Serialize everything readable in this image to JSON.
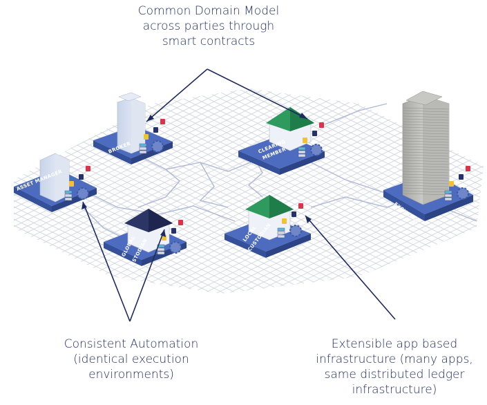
{
  "captions": {
    "top": "Common Domain Model\nacross parties through\nsmart contracts",
    "bottom_left": "Consistent Automation\n(identical execution\nenvironments)",
    "bottom_right": "Extensible app based\ninfrastructure (many apps,\nsame distributed ledger\ninfrastructure)"
  },
  "nodes": {
    "broker": "BROKER",
    "clearing_member_1": "CLEARING",
    "clearing_member_2": "MEMBER",
    "asset_manager": "ASSET MANAGER",
    "global_custodian_1": "GLOBAL",
    "global_custodian_2": "CUSTODIAN",
    "local_custodian_1": "LOCAL",
    "local_custodian_2": "CUSTODIAN",
    "exchange": "EXCHANGE"
  },
  "colors": {
    "platform": "#3d5aa8",
    "platform_top": "#4d6cc0",
    "grid": "#cfd3dc",
    "arrow": "#1c2a5e",
    "text": "#1c2a5e",
    "roof_green": "#2f9a5e",
    "roof_navy": "#2b3566",
    "badge_red": "#d9344a",
    "badge_navy": "#24316b",
    "badge_yellow": "#f2c230"
  }
}
